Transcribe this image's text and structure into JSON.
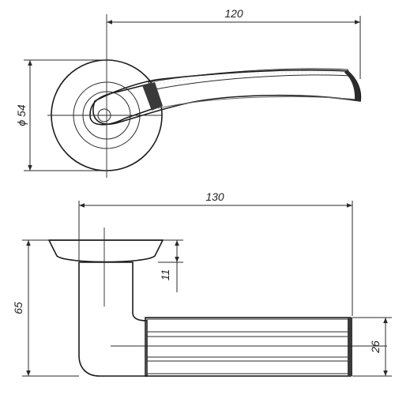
{
  "drawing": {
    "type": "door-handle-technical-drawing",
    "colors": {
      "line": "#2a2a2a",
      "shade": "#8c8c8c",
      "light": "#d9d9d9",
      "dark": "#4a4a4a"
    }
  },
  "top_view": {
    "dimensions": {
      "lever_length": "120",
      "rosette_diameter": "ϕ 54"
    }
  },
  "side_view": {
    "dimensions": {
      "total_length": "130",
      "rosette_height": "11",
      "height": "65",
      "grip_height": "26"
    }
  }
}
